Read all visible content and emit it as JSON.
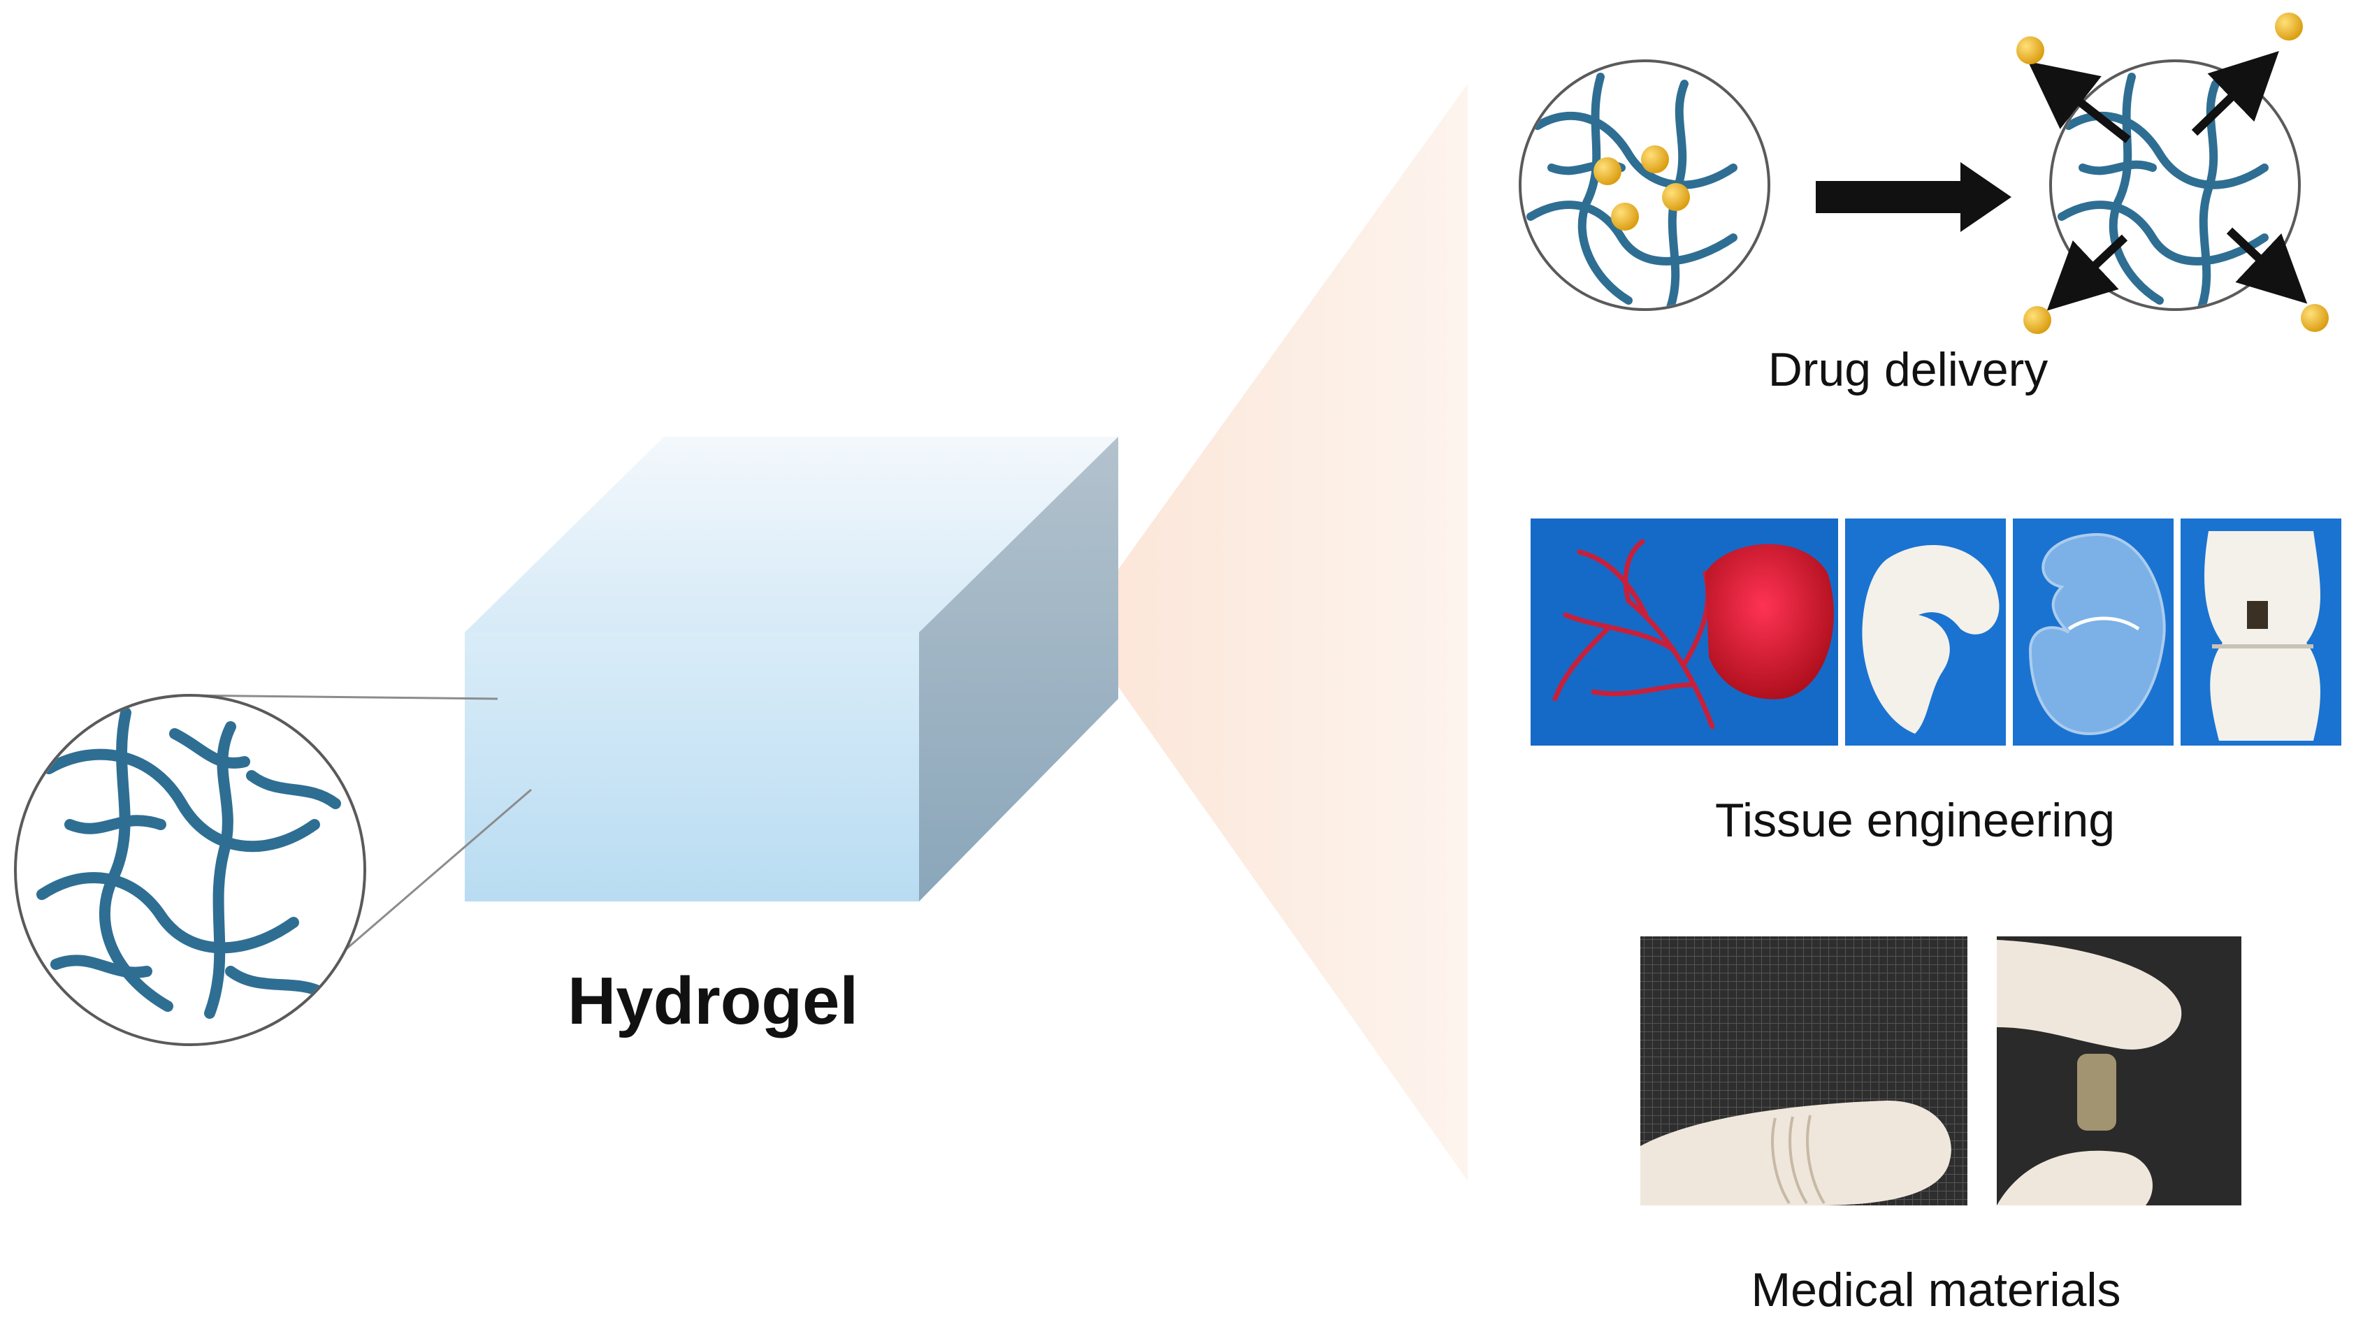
{
  "figure": {
    "main_label": "Hydrogel",
    "applications": [
      {
        "key": "drug",
        "label": "Drug delivery"
      },
      {
        "key": "tissue",
        "label": "Tissue engineering"
      },
      {
        "key": "medical",
        "label": "Medical materials"
      }
    ]
  },
  "colors": {
    "network_fiber": "#2f6e93",
    "drug_particle": "#f0b61e",
    "cube_front": "#cde6f5",
    "cube_top": "#eaf4fb",
    "cube_side": "#8fa9bb",
    "fan": "#fbe6d8",
    "photo_background": "#1a73d1",
    "tissue_red": "#cc1f2e",
    "mesh_dark": "#3b3b3b",
    "glove": "#efe7dc"
  },
  "icons": {
    "network_inset": "polymer-network-circle-icon",
    "drug_release": "drug-release-arrow-icon"
  }
}
